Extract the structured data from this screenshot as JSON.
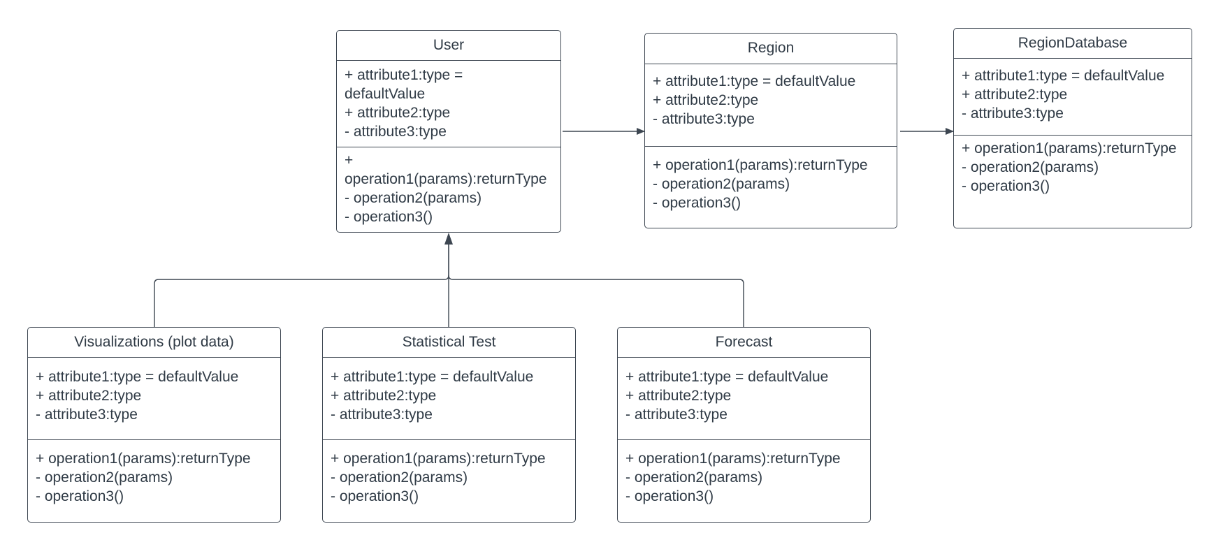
{
  "diagram": {
    "classes": [
      {
        "id": "user",
        "name": "User",
        "attributes": [
          "+ attribute1:type = defaultValue",
          "+ attribute2:type",
          "- attribute3:type"
        ],
        "operations": [
          "+ operation1(params):returnType",
          "- operation2(params)",
          "- operation3()"
        ]
      },
      {
        "id": "region",
        "name": "Region",
        "attributes": [
          "+ attribute1:type = defaultValue",
          "+ attribute2:type",
          "- attribute3:type"
        ],
        "operations": [
          "+ operation1(params):returnType",
          "- operation2(params)",
          "- operation3()"
        ]
      },
      {
        "id": "region-database",
        "name": "RegionDatabase",
        "attributes": [
          "+ attribute1:type = defaultValue",
          "+ attribute2:type",
          "- attribute3:type"
        ],
        "operations": [
          "+ operation1(params):returnType",
          "- operation2(params)",
          "- operation3()"
        ]
      },
      {
        "id": "visualizations",
        "name": "Visualizations (plot data)",
        "attributes": [
          "+ attribute1:type = defaultValue",
          "+ attribute2:type",
          "- attribute3:type"
        ],
        "operations": [
          "+ operation1(params):returnType",
          "- operation2(params)",
          "- operation3()"
        ]
      },
      {
        "id": "statistical-test",
        "name": "Statistical Test",
        "attributes": [
          "+ attribute1:type = defaultValue",
          "+ attribute2:type",
          "- attribute3:type"
        ],
        "operations": [
          "+ operation1(params):returnType",
          "- operation2(params)",
          "- operation3()"
        ]
      },
      {
        "id": "forecast",
        "name": "Forecast",
        "attributes": [
          "+ attribute1:type = defaultValue",
          "+ attribute2:type",
          "- attribute3:type"
        ],
        "operations": [
          "+ operation1(params):returnType",
          "- operation2(params)",
          "- operation3()"
        ]
      }
    ],
    "relationships": [
      {
        "type": "association",
        "from": "user",
        "to": "region"
      },
      {
        "type": "association",
        "from": "region",
        "to": "region-database"
      },
      {
        "type": "generalization",
        "from": "visualizations",
        "to": "user"
      },
      {
        "type": "generalization",
        "from": "statistical-test",
        "to": "user"
      },
      {
        "type": "generalization",
        "from": "forecast",
        "to": "user"
      }
    ],
    "colors": {
      "stroke": "#3d4651",
      "text": "#2f3a45",
      "background": "#ffffff"
    }
  }
}
